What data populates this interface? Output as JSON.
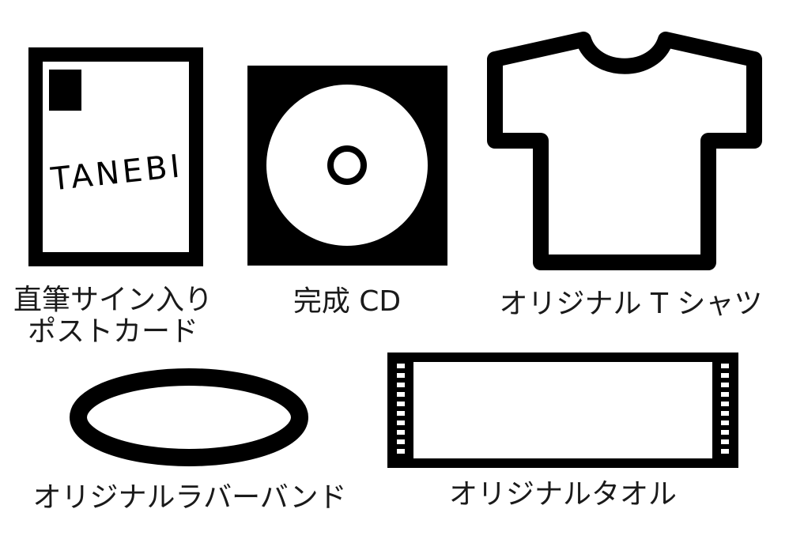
{
  "items": {
    "postcard": {
      "label_line1": "直筆サイン入り",
      "label_line2": "ポストカード",
      "logo_text": "TANEBI"
    },
    "cd": {
      "label": "完成 CD"
    },
    "tshirt": {
      "label": "オリジナル T シャツ"
    },
    "rubber_band": {
      "label": "オリジナルラバーバンド"
    },
    "towel": {
      "label": "オリジナルタオル"
    }
  },
  "colors": {
    "ink": "#000000",
    "text": "#1a1a1a",
    "background": "#ffffff"
  },
  "icons": [
    "postcard-icon",
    "cd-icon",
    "tshirt-icon",
    "rubber-band-icon",
    "towel-icon"
  ]
}
